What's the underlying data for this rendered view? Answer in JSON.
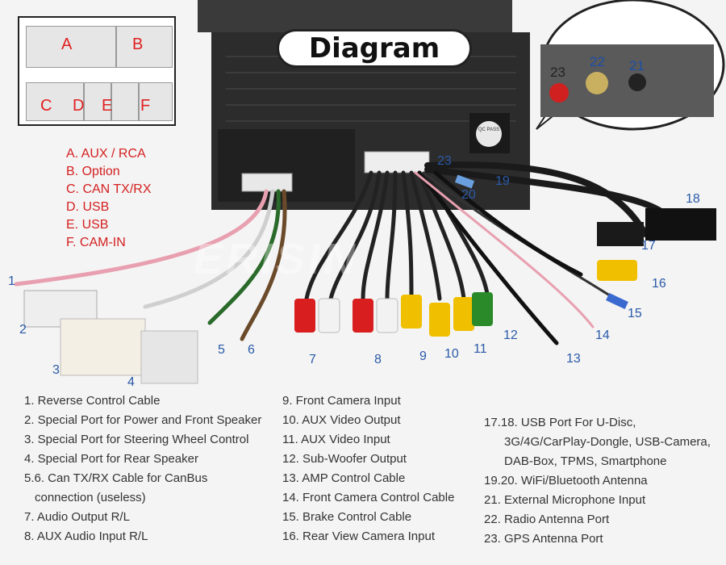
{
  "title": "Diagram",
  "connector_ports": [
    "A",
    "B",
    "C",
    "D",
    "E",
    "F"
  ],
  "legend": [
    "A. AUX / RCA",
    "B. Option",
    "C. CAN TX/RX",
    "D. USB",
    "E. USB",
    "F. CAM-IN"
  ],
  "watermark": "ERISIN",
  "qc_label": "QC PASS",
  "zoom_numbers": [
    "23",
    "22",
    "21"
  ],
  "callouts": [
    "1",
    "2",
    "3",
    "4",
    "5",
    "6",
    "7",
    "8",
    "9",
    "10",
    "11",
    "12",
    "13",
    "14",
    "15",
    "16",
    "17",
    "18",
    "19",
    "20",
    "23"
  ],
  "descriptions": {
    "col1": [
      "1. Reverse Control Cable",
      "2. Special Port for Power and Front Speaker",
      "3. Special Port for Steering Wheel Control",
      "4. Special Port for Rear Speaker",
      "5.6. Can TX/RX Cable for CanBus",
      "connection (useless)",
      "7. Audio Output R/L",
      "8. AUX Audio Input R/L"
    ],
    "col2": [
      "9. Front Camera Input",
      "10. AUX Video Output",
      "11. AUX Video Input",
      "12. Sub-Woofer Output",
      "13. AMP Control Cable",
      "14. Front Camera Control Cable",
      "15. Brake Control Cable",
      "16. Rear View Camera Input"
    ],
    "col3": [
      "17.18. USB Port For U-Disc,",
      "3G/4G/CarPlay-Dongle, USB-Camera,",
      "DAB-Box, TPMS, Smartphone",
      "19.20. WiFi/Bluetooth Antenna",
      "21. External Microphone Input",
      "22. Radio Antenna Port",
      "23. GPS Antenna Port"
    ]
  },
  "colors": {
    "legend_red": "#d42020",
    "callout_blue": "#2a5aa8",
    "rca_red": "#d81e1e",
    "rca_white": "#f2f2f2",
    "rca_yellow": "#f0c000",
    "rca_green": "#2a8a2a"
  }
}
